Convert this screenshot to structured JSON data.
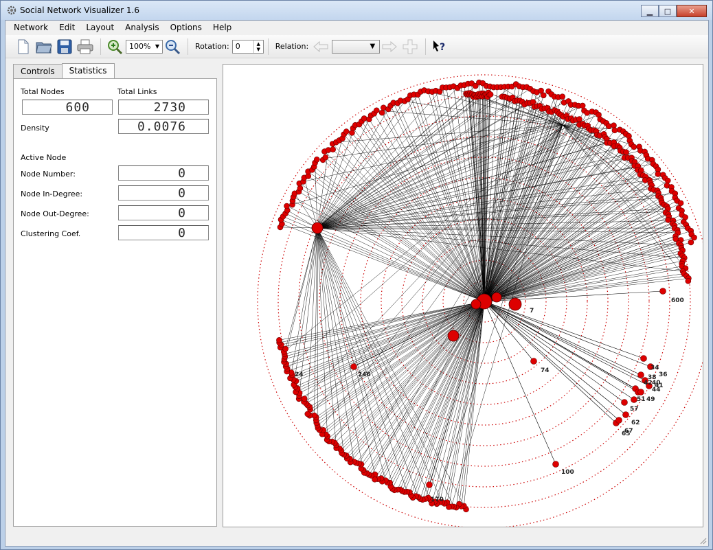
{
  "window": {
    "title": "Social Network Visualizer 1.6"
  },
  "menu": [
    "Network",
    "Edit",
    "Layout",
    "Analysis",
    "Options",
    "Help"
  ],
  "toolbar": {
    "zoom_value": "100%",
    "rotation_label": "Rotation:",
    "rotation_value": "0",
    "relation_label": "Relation:",
    "icons": [
      "new-file-icon",
      "open-folder-icon",
      "save-icon",
      "print-icon",
      "zoom-in-icon",
      "zoom-out-icon",
      "arrow-left-icon",
      "arrow-right-icon",
      "add-relation-icon",
      "whats-this-help-icon"
    ]
  },
  "tabs": [
    "Controls",
    "Statistics"
  ],
  "stats": {
    "total_nodes_label": "Total Nodes",
    "total_nodes": "600",
    "total_links_label": "Total Links",
    "total_links": "2730",
    "density_label": "Density",
    "density": "0.0076",
    "active_node_label": "Active Node",
    "node_number_label": "Node Number:",
    "node_number": "0",
    "in_degree_label": "Node In-Degree:",
    "in_degree": "0",
    "out_degree_label": "Node Out-Degree:",
    "out_degree": "0",
    "clustering_label": "Clustering Coef.",
    "clustering": "0"
  },
  "graph": {
    "node_color": "#dd0000",
    "edge_color": "#000000",
    "ring_color": "#cc0000",
    "visible_node_labels": [
      "7",
      "74",
      "246",
      "34",
      "36",
      "38",
      "40",
      "41",
      "42",
      "44",
      "49",
      "51",
      "57",
      "62",
      "65",
      "67",
      "100",
      "170",
      "600",
      "24"
    ]
  },
  "colors": {
    "titlebar": "#c3d6ee",
    "client_bg": "#f0f0f0",
    "close_button": "#c7402b"
  }
}
